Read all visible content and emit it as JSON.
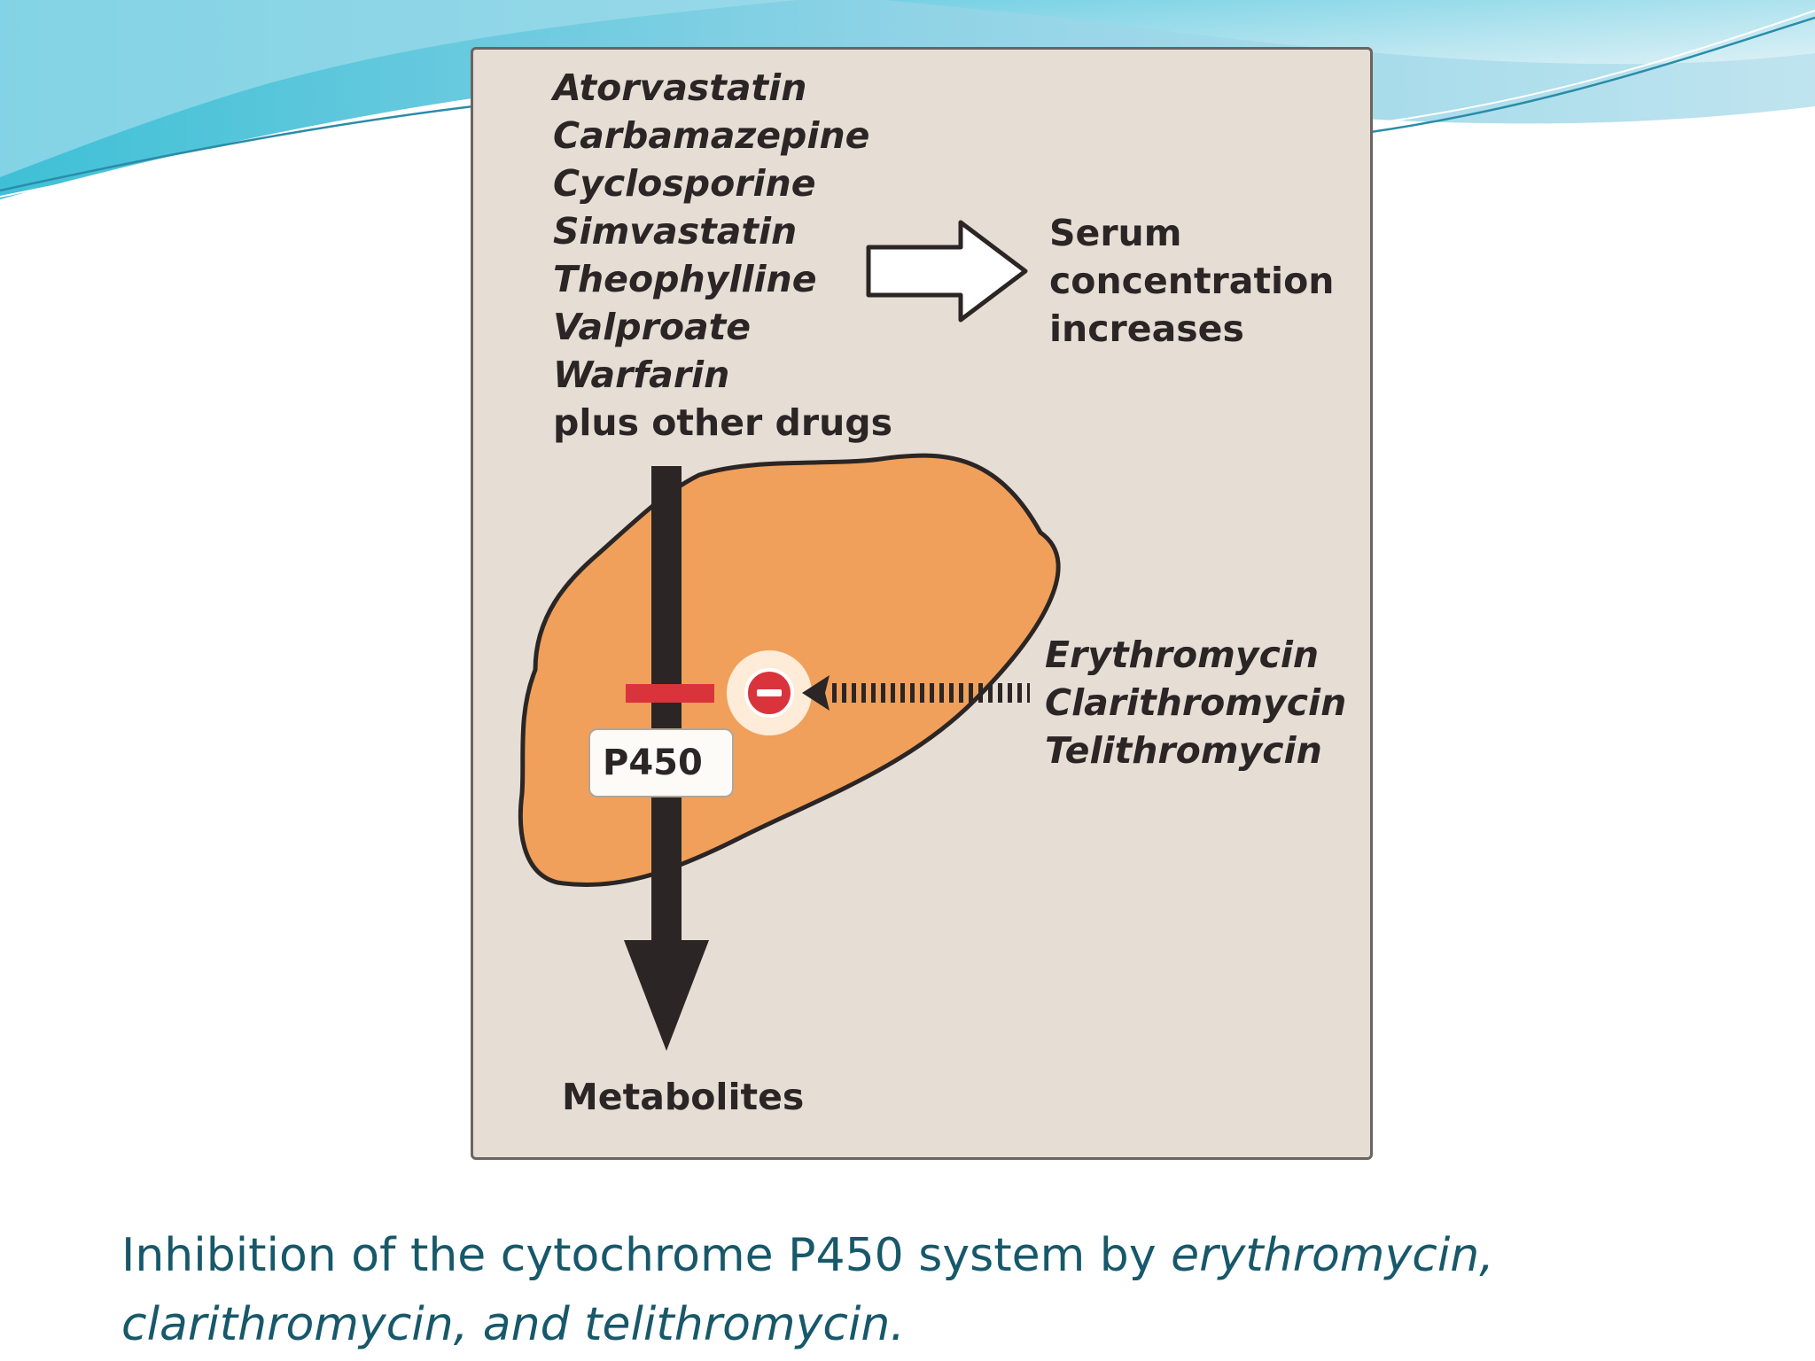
{
  "diagram": {
    "substrate_drugs": [
      "Atorvastatin",
      "Carbamazepine",
      "Cyclosporine",
      "Simvastatin",
      "Theophylline",
      "Valproate",
      "Warfarin"
    ],
    "other_drugs_label": "plus other drugs",
    "effect_lines": [
      "Serum",
      "concentration",
      "increases"
    ],
    "inhibitors": [
      "Erythromycin",
      "Clarithromycin",
      "Telithromycin"
    ],
    "enzyme_label": "P450",
    "output_label": "Metabolites",
    "colors": {
      "panel_background": "#e6ddd5",
      "liver": "#f0a05a",
      "liver_outline": "#2b2625",
      "pathway_arrow": "#2b2625",
      "block_bar": "#d9343b",
      "inhibitor_symbol": "#d9343b"
    },
    "icons": [
      "hollow-arrow-right-icon",
      "liver-icon",
      "minus-circle-icon",
      "dotted-arrow-left-icon",
      "arrow-down-icon"
    ]
  },
  "caption": {
    "part1": "Inhibition of the cytochrome P450 system by ",
    "part2_italic": "erythromycin, clarithromycin, and  telithromycin."
  },
  "theme": {
    "caption_color": "#17586a",
    "wave_colors": [
      "#5bc7dc",
      "#9ad8ea",
      "#c7e8f2"
    ]
  }
}
